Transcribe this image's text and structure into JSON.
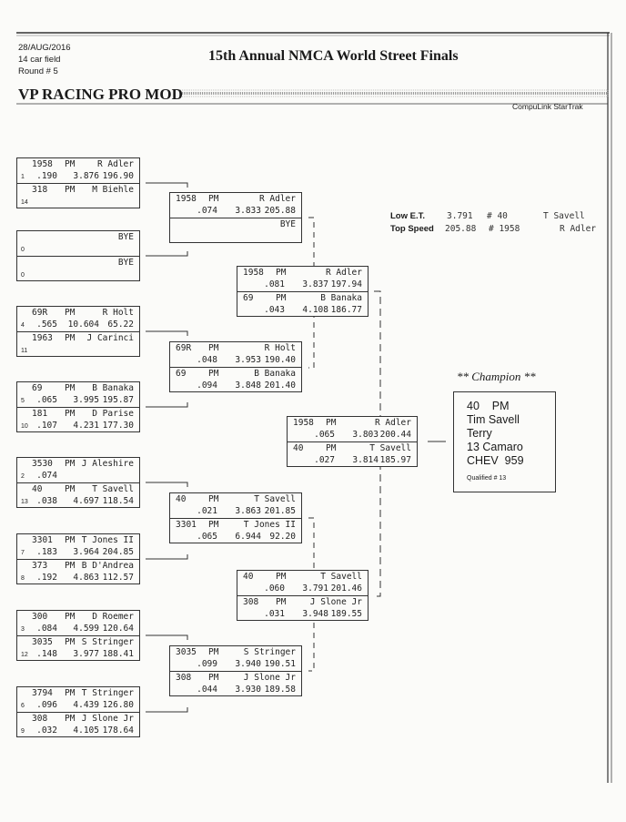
{
  "header": {
    "date": "28/AUG/2016",
    "field": "14 car field",
    "round": "Round # 5",
    "title": "15th Annual NMCA World Street Finals",
    "class_name": "VP RACING PRO MOD",
    "system": "CompuLink StarTrak"
  },
  "stats": {
    "low_et_label": "Low  E.T.",
    "low_et_value": "3.791",
    "low_et_car": "# 40",
    "low_et_driver": "T Savell",
    "top_speed_label": "Top Speed",
    "top_speed_value": "205.88",
    "top_speed_car": "# 1958",
    "top_speed_driver": "R Adler"
  },
  "champion": {
    "label": "** Champion **",
    "car_class": "40    PM",
    "driver": "Tim Savell",
    "hometown": "Terry",
    "car": "13 Camaro",
    "engine": "CHEV  959",
    "qualified": "Qualified # 13"
  },
  "rounds": [
    {
      "matchups": [
        {
          "lanes": [
            {
              "car": "1958",
              "cls": "PM",
              "driver": "R Adler",
              "seed": "1",
              "rt": ".190",
              "et": "3.876",
              "mph": "196.90"
            },
            {
              "car": "318",
              "cls": "PM",
              "driver": "M Biehle",
              "seed": "14",
              "rt": "",
              "et": "",
              "mph": ""
            }
          ]
        },
        {
          "lanes": [
            {
              "car": "",
              "cls": "",
              "driver": "BYE",
              "seed": "0",
              "rt": "",
              "et": "",
              "mph": ""
            },
            {
              "car": "",
              "cls": "",
              "driver": "BYE",
              "seed": "0",
              "rt": "",
              "et": "",
              "mph": ""
            }
          ]
        },
        {
          "lanes": [
            {
              "car": "69R",
              "cls": "PM",
              "driver": "R Holt",
              "seed": "4",
              "rt": ".565",
              "et": "10.604",
              "mph": "65.22"
            },
            {
              "car": "1963",
              "cls": "PM",
              "driver": "J Carinci",
              "seed": "11",
              "rt": "",
              "et": "",
              "mph": ""
            }
          ]
        },
        {
          "lanes": [
            {
              "car": "69",
              "cls": "PM",
              "driver": "B Banaka",
              "seed": "5",
              "rt": ".065",
              "et": "3.995",
              "mph": "195.87"
            },
            {
              "car": "181",
              "cls": "PM",
              "driver": "D Parise",
              "seed": "10",
              "rt": ".107",
              "et": "4.231",
              "mph": "177.30"
            }
          ]
        },
        {
          "lanes": [
            {
              "car": "3530",
              "cls": "PM",
              "driver": "J Aleshire",
              "seed": "2",
              "rt": ".074",
              "et": "",
              "mph": ""
            },
            {
              "car": "40",
              "cls": "PM",
              "driver": "T Savell",
              "seed": "13",
              "rt": ".038",
              "et": "4.697",
              "mph": "118.54"
            }
          ]
        },
        {
          "lanes": [
            {
              "car": "3301",
              "cls": "PM",
              "driver": "T Jones II",
              "seed": "7",
              "rt": ".183",
              "et": "3.964",
              "mph": "204.85"
            },
            {
              "car": "373",
              "cls": "PM",
              "driver": "B D'Andrea",
              "seed": "8",
              "rt": ".192",
              "et": "4.863",
              "mph": "112.57"
            }
          ]
        },
        {
          "lanes": [
            {
              "car": "300",
              "cls": "PM",
              "driver": "D Roemer",
              "seed": "3",
              "rt": ".084",
              "et": "4.599",
              "mph": "120.64"
            },
            {
              "car": "3035",
              "cls": "PM",
              "driver": "S Stringer",
              "seed": "12",
              "rt": ".148",
              "et": "3.977",
              "mph": "188.41"
            }
          ]
        },
        {
          "lanes": [
            {
              "car": "3794",
              "cls": "PM",
              "driver": "T Stringer",
              "seed": "6",
              "rt": ".096",
              "et": "4.439",
              "mph": "126.80"
            },
            {
              "car": "308",
              "cls": "PM",
              "driver": "J Slone Jr",
              "seed": "9",
              "rt": ".032",
              "et": "4.105",
              "mph": "178.64"
            }
          ]
        }
      ]
    },
    {
      "matchups": [
        {
          "lanes": [
            {
              "car": "1958",
              "cls": "PM",
              "driver": "R Adler",
              "rt": ".074",
              "et": "3.833",
              "mph": "205.88"
            },
            {
              "car": "",
              "cls": "",
              "driver": "BYE",
              "rt": "",
              "et": "",
              "mph": ""
            }
          ]
        },
        {
          "lanes": [
            {
              "car": "69R",
              "cls": "PM",
              "driver": "R Holt",
              "rt": ".048",
              "et": "3.953",
              "mph": "190.40"
            },
            {
              "car": "69",
              "cls": "PM",
              "driver": "B Banaka",
              "rt": ".094",
              "et": "3.848",
              "mph": "201.40"
            }
          ]
        },
        {
          "lanes": [
            {
              "car": "40",
              "cls": "PM",
              "driver": "T Savell",
              "rt": ".021",
              "et": "3.863",
              "mph": "201.85"
            },
            {
              "car": "3301",
              "cls": "PM",
              "driver": "T Jones II",
              "rt": ".065",
              "et": "6.944",
              "mph": "92.20"
            }
          ]
        },
        {
          "lanes": [
            {
              "car": "3035",
              "cls": "PM",
              "driver": "S Stringer",
              "rt": ".099",
              "et": "3.940",
              "mph": "190.51"
            },
            {
              "car": "308",
              "cls": "PM",
              "driver": "J Slone Jr",
              "rt": ".044",
              "et": "3.930",
              "mph": "189.58"
            }
          ]
        }
      ]
    },
    {
      "matchups": [
        {
          "lanes": [
            {
              "car": "1958",
              "cls": "PM",
              "driver": "R Adler",
              "rt": ".081",
              "et": "3.837",
              "mph": "197.94"
            },
            {
              "car": "69",
              "cls": "PM",
              "driver": "B Banaka",
              "rt": ".043",
              "et": "4.108",
              "mph": "186.77"
            }
          ]
        },
        {
          "lanes": [
            {
              "car": "40",
              "cls": "PM",
              "driver": "T Savell",
              "rt": ".060",
              "et": "3.791",
              "mph": "201.46"
            },
            {
              "car": "308",
              "cls": "PM",
              "driver": "J Slone Jr",
              "rt": ".031",
              "et": "3.948",
              "mph": "189.55"
            }
          ]
        }
      ]
    },
    {
      "matchups": [
        {
          "lanes": [
            {
              "car": "1958",
              "cls": "PM",
              "driver": "R Adler",
              "rt": ".065",
              "et": "3.803",
              "mph": "200.44"
            },
            {
              "car": "40",
              "cls": "PM",
              "driver": "T Savell",
              "rt": ".027",
              "et": "3.814",
              "mph": "185.97"
            }
          ]
        }
      ]
    }
  ]
}
